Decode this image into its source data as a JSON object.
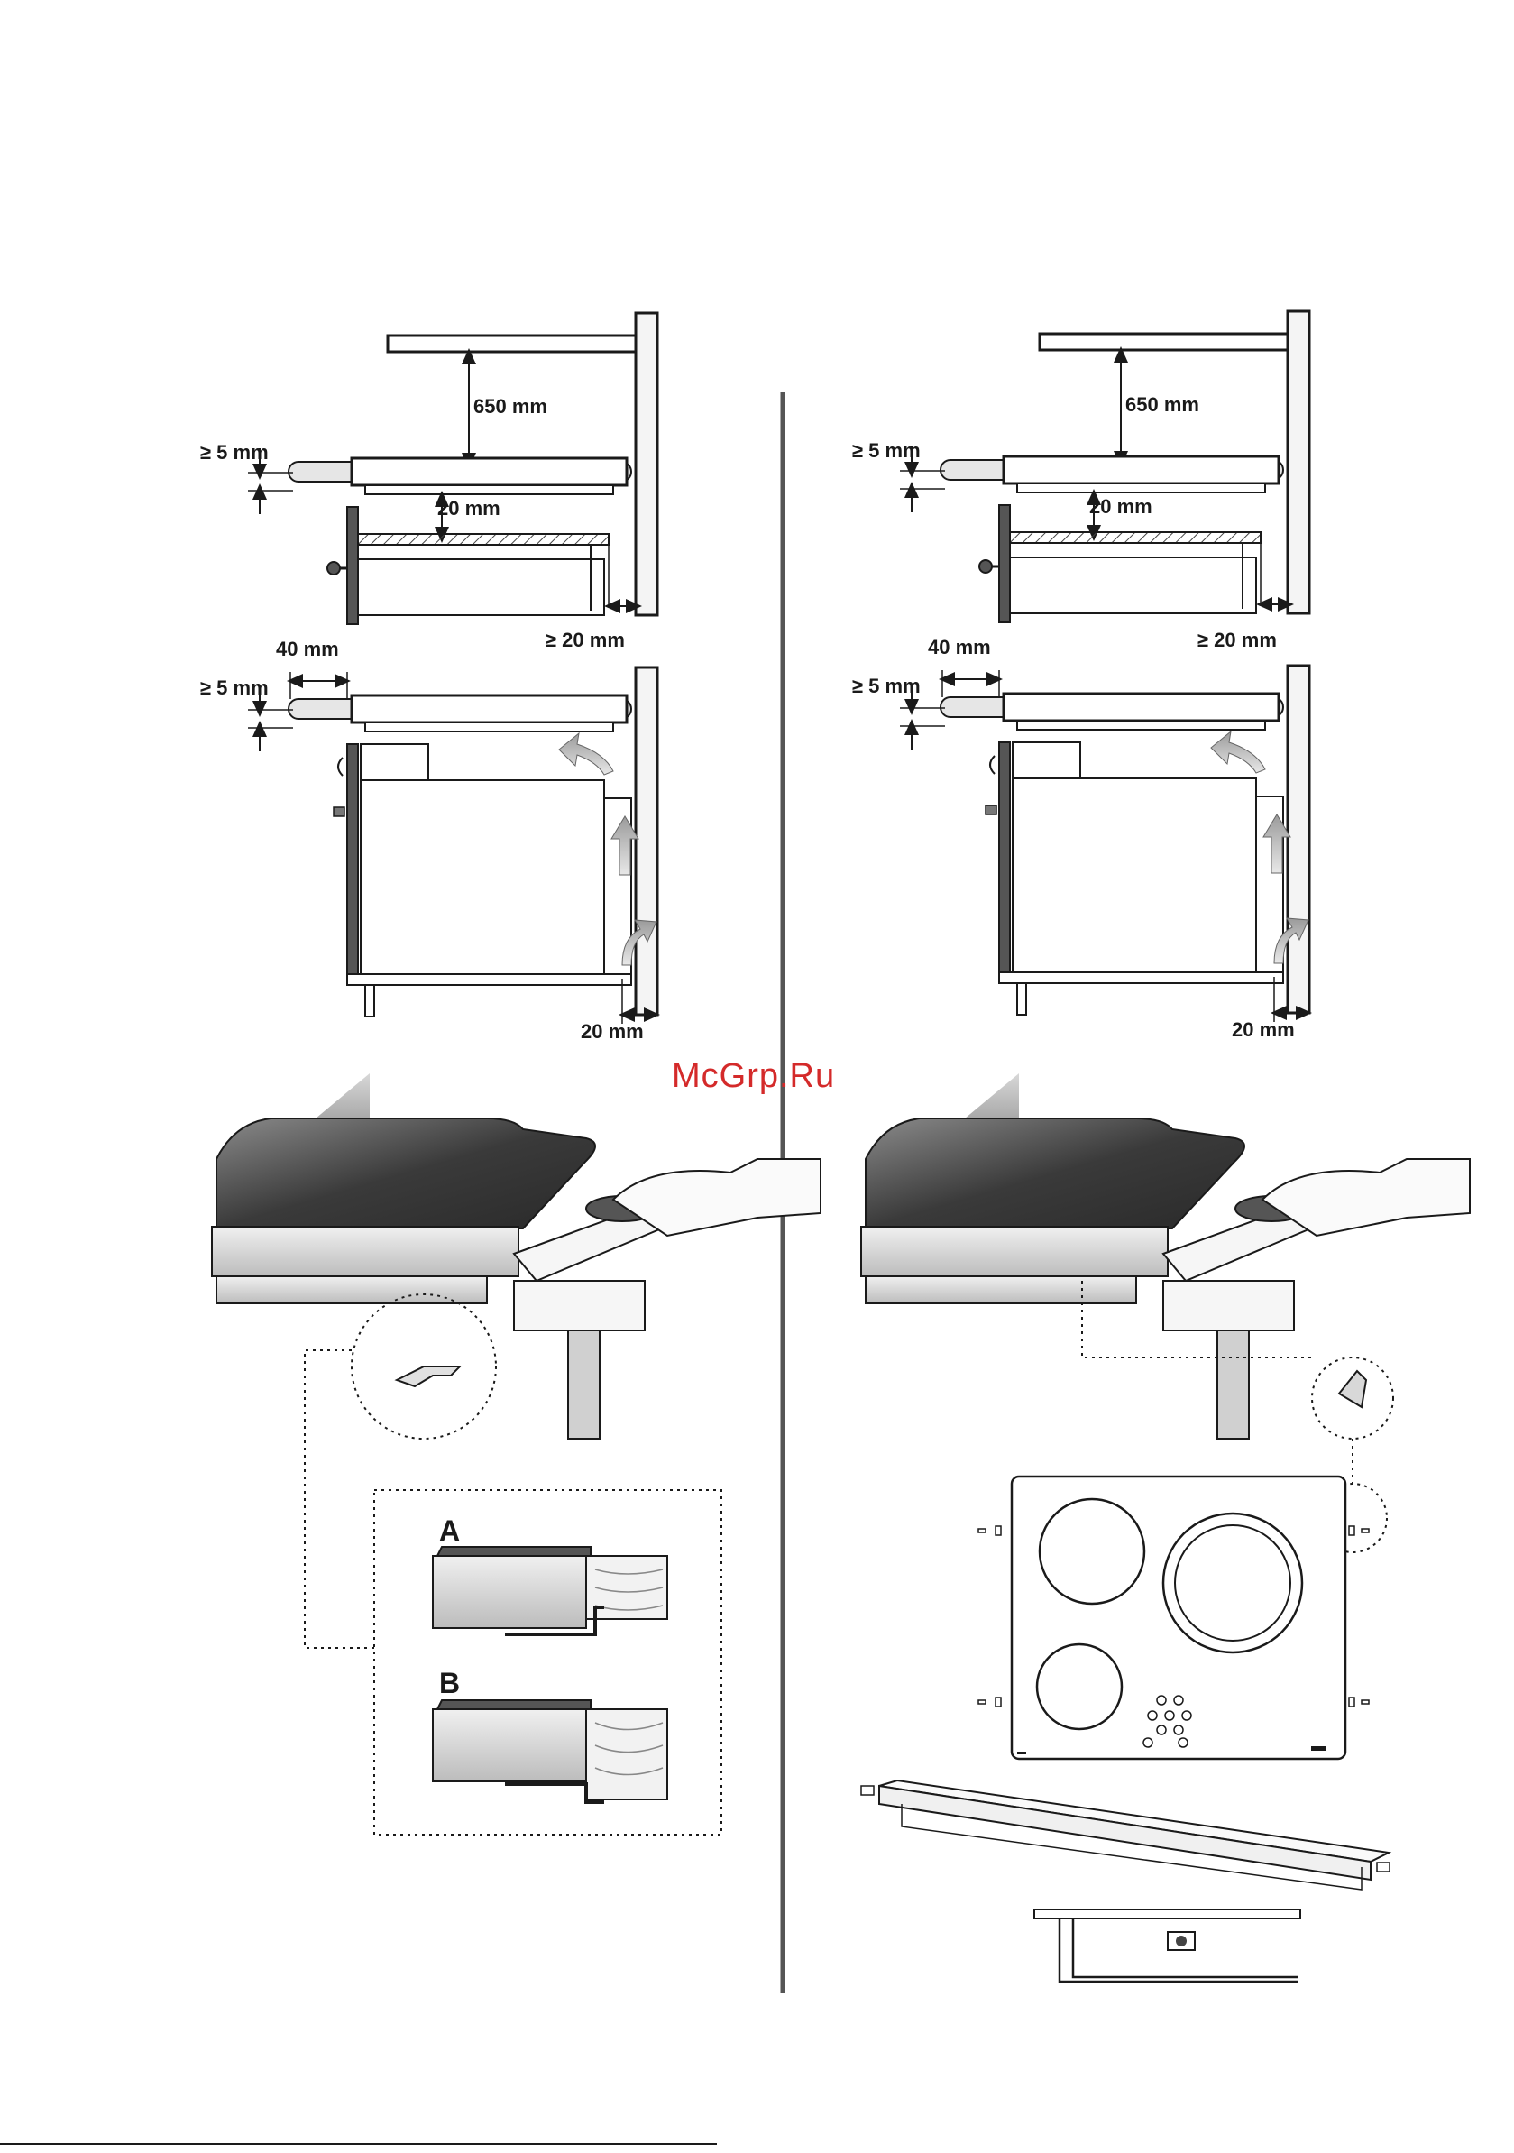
{
  "watermark": "McGrp.Ru",
  "left_panel": {
    "top": {
      "hood_clearance": "650 mm",
      "edge_clearance": "≥ 5 mm",
      "gap_below": "20 mm",
      "wall_gap": "≥ 20 mm"
    },
    "bottom": {
      "front_gap": "40 mm",
      "edge_clearance": "≥ 5 mm",
      "vent_gap": "20 mm"
    },
    "detail_a": "A",
    "detail_b": "B"
  },
  "right_panel": {
    "top": {
      "hood_clearance": "650 mm",
      "edge_clearance": "≥ 5 mm",
      "gap_below": "20 mm",
      "wall_gap": "≥ 20 mm"
    },
    "bottom": {
      "front_gap": "40 mm",
      "edge_clearance": "≥ 5 mm",
      "vent_gap": "20 mm"
    }
  },
  "colors": {
    "line": "#1a1a1a",
    "divider": "#555555",
    "worktop": "#3a3a3a",
    "arrow": "#9a9a9a",
    "watermark": "#d42a2a"
  }
}
